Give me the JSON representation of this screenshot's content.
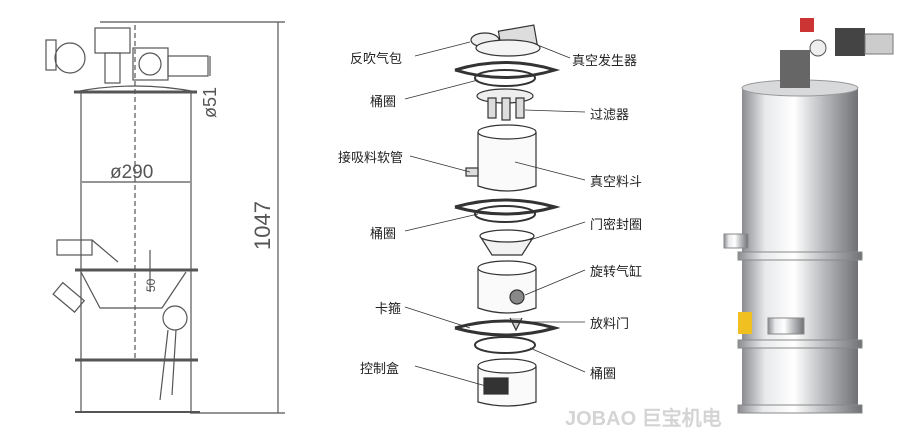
{
  "drawing": {
    "dims": {
      "height": "1047",
      "diameter": "ø290",
      "outlet": "ø51",
      "offset": "50"
    }
  },
  "exploded": {
    "left_labels": [
      "反吹气包",
      "桶圈",
      "接吸料软管",
      "桶圈",
      "卡箍",
      "控制盒"
    ],
    "right_labels": [
      "真空发生器",
      "过滤器",
      "真空料斗",
      "门密封圈",
      "旋转气缸",
      "放料门",
      "桶圈"
    ]
  },
  "watermark": "JOBAO 巨宝机电"
}
